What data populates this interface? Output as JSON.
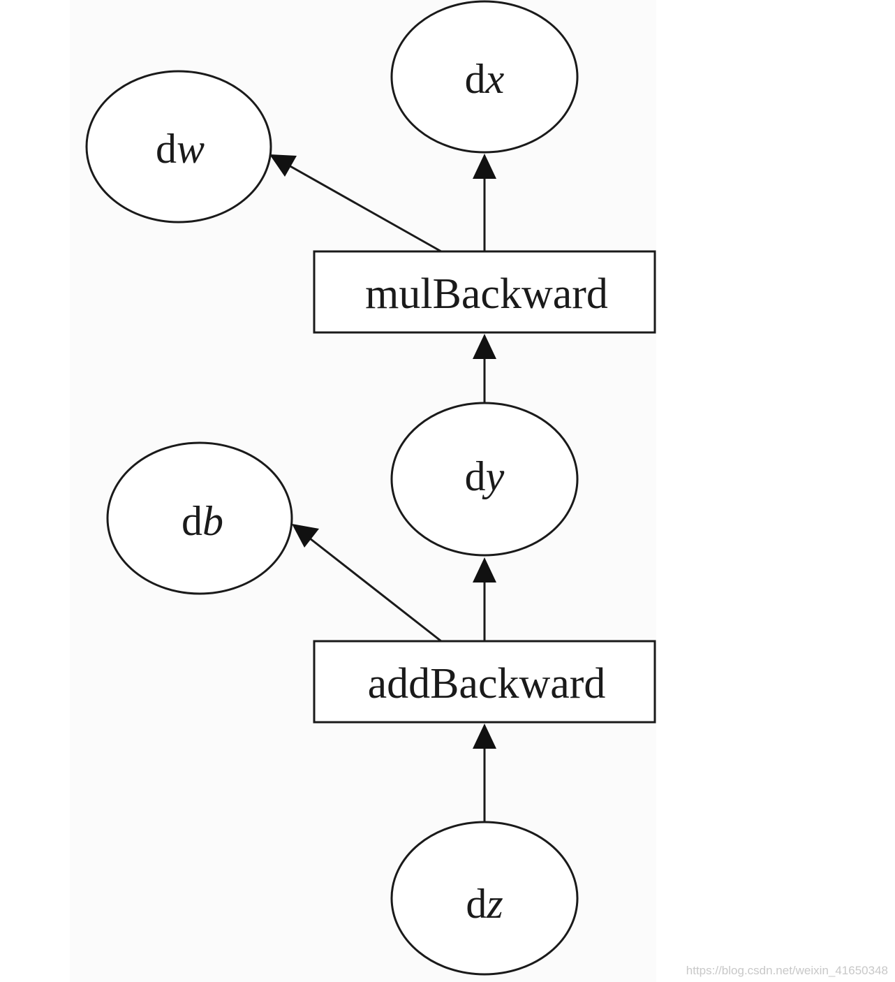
{
  "diagram": {
    "nodes": {
      "dw": {
        "prefix": "d",
        "var": "w"
      },
      "dx": {
        "prefix": "d",
        "var": "x"
      },
      "dy": {
        "prefix": "d",
        "var": "y"
      },
      "db": {
        "prefix": "d",
        "var": "b"
      },
      "dz": {
        "prefix": "d",
        "var": "z"
      }
    },
    "boxes": {
      "mul": "mulBackward",
      "add": "addBackward"
    },
    "edges": [
      {
        "from": "dz",
        "to": "addBackward"
      },
      {
        "from": "addBackward",
        "to": "dy"
      },
      {
        "from": "addBackward",
        "to": "db"
      },
      {
        "from": "dy",
        "to": "mulBackward"
      },
      {
        "from": "mulBackward",
        "to": "dx"
      },
      {
        "from": "mulBackward",
        "to": "dw"
      }
    ]
  },
  "watermark": "https://blog.csdn.net/weixin_41650348"
}
